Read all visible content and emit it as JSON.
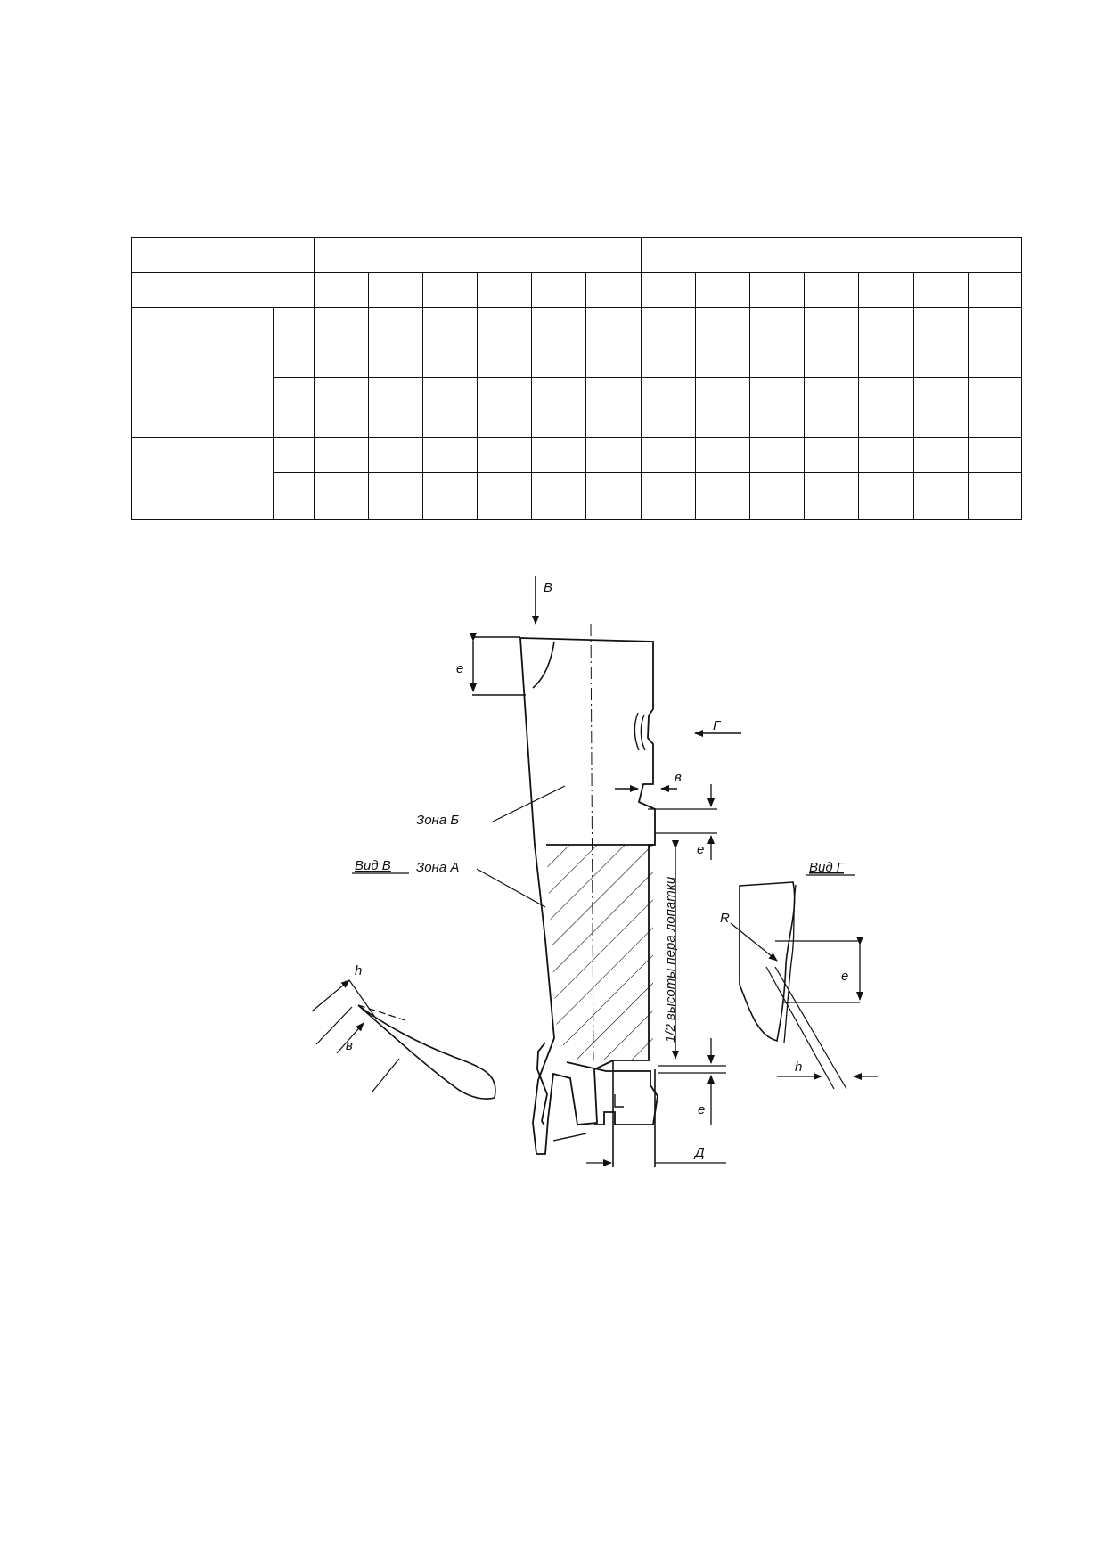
{
  "drawing": {
    "labels": {
      "arrow_v": "В",
      "arrow_g": "Г",
      "dim_e_top": "е",
      "dim_v_tip": "в",
      "dim_e_mid": "е",
      "zone_b": "Зона Б",
      "zone_a": "Зона А",
      "half_height": "1/2 высоты пера лопатки",
      "dim_e_root": "е",
      "dim_d": "Д",
      "view_v": "Вид В",
      "view_g": "Вид Г",
      "view_v_h": "h",
      "view_v_b": "в",
      "view_g_r": "R",
      "view_g_e": "е",
      "view_g_h": "h"
    }
  }
}
